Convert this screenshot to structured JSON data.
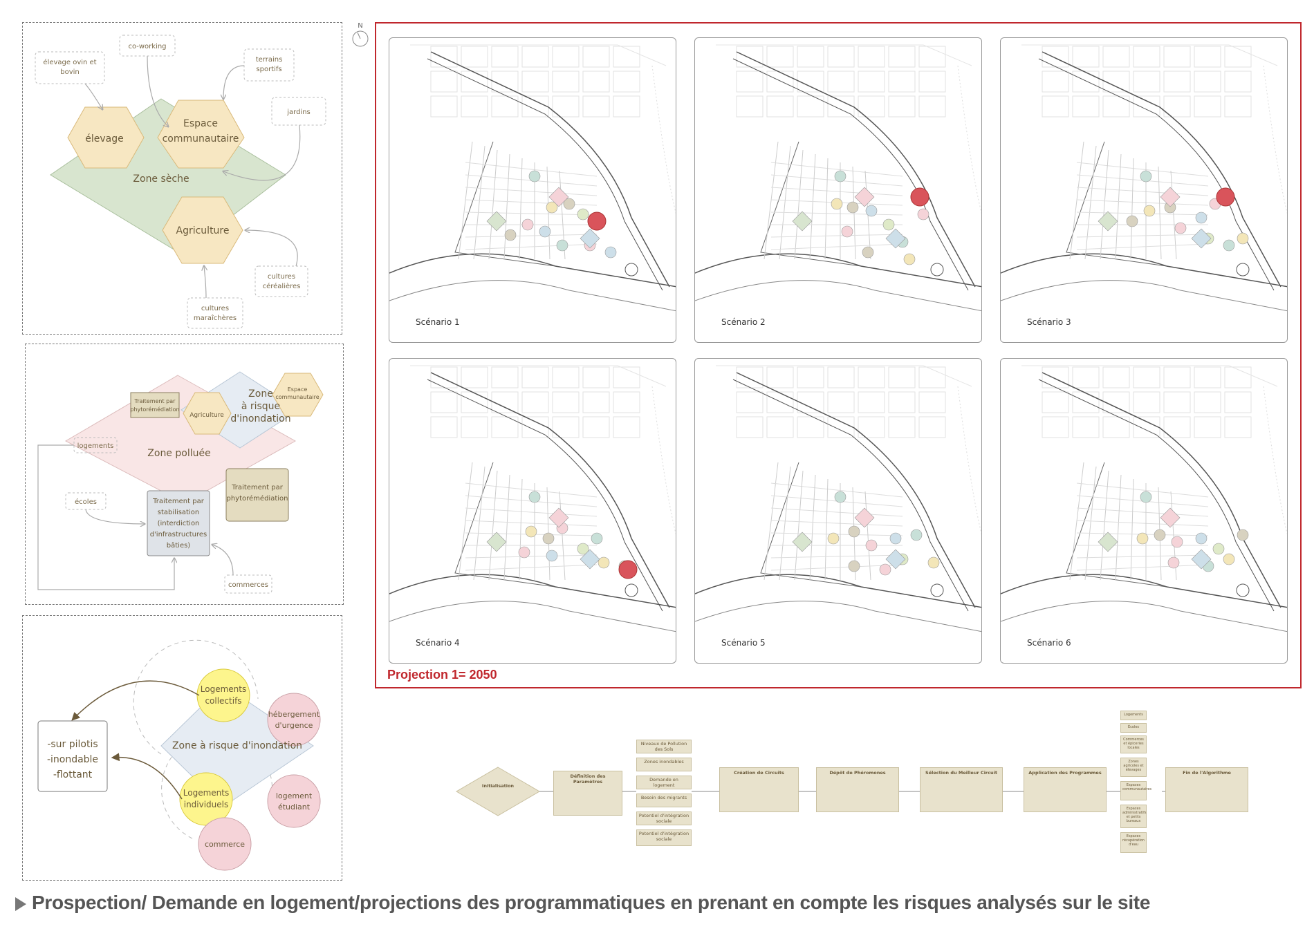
{
  "panel1": {
    "zone": "Zone sèche",
    "hex_elevage": "élevage",
    "hex_espace_l1": "Espace",
    "hex_espace_l2": "communautaire",
    "hex_agri": "Agriculture",
    "tag_elevage_l1": "élevage ovin et",
    "tag_elevage_l2": "bovin",
    "tag_cowork": "co-working",
    "tag_terrains_l1": "terrains",
    "tag_terrains_l2": "sportifs",
    "tag_jardins": "jardins",
    "tag_cereal_l1": "cultures",
    "tag_cereal_l2": "céréalières",
    "tag_maraich_l1": "cultures",
    "tag_maraich_l2": "maraîchères"
  },
  "panel2": {
    "zone": "Zone polluée",
    "flood_l1": "Zone",
    "flood_l2": "à risque",
    "flood_l3": "d'inondation",
    "hex_agri": "Agriculture",
    "hex_espace_l1": "Espace",
    "hex_espace_l2": "communautaire",
    "box_phyto_small_l1": "Traitement par",
    "box_phyto_small_l2": "phytorémédiation",
    "box_phyto_big_l1": "Traitement par",
    "box_phyto_big_l2": "phytorémédiation",
    "box_stab_l1": "Traitement par",
    "box_stab_l2": "stabilisation",
    "box_stab_l3": "(interdiction",
    "box_stab_l4": "d'infrastructures",
    "box_stab_l5": "bâties)",
    "tag_logements": "logements",
    "tag_ecoles": "écoles",
    "tag_commerces": "commerces"
  },
  "panel3": {
    "zone": "Zone à risque d'inondation",
    "circle_coll_l1": "Logements",
    "circle_coll_l2": "collectifs",
    "circle_ind_l1": "Logements",
    "circle_ind_l2": "individuels",
    "circle_heb_l1": "hébergement",
    "circle_heb_l2": "d'urgence",
    "circle_etud_l1": "logement",
    "circle_etud_l2": "étudiant",
    "circle_comm": "commerce",
    "box_l1": "-sur pilotis",
    "box_l2": "-inondable",
    "box_l3": "-flottant"
  },
  "north": "N",
  "scenarios": [
    "Scénario 1",
    "Scénario 2",
    "Scénario 3",
    "Scénario 4",
    "Scénario 5",
    "Scénario 6"
  ],
  "projection": "Projection 1= 2050",
  "flowchart": {
    "intro_title": "Initialisation",
    "def_title": "Définition des Paramètres",
    "params": [
      "Niveaux de Pollution des Sols",
      "Zones inondables",
      "Demande en logement",
      "Besoin des migrants",
      "Potentiel d'intégration sociale",
      "Potentiel d'intégration sociale"
    ],
    "creation_title": "Création de Circuits",
    "depot_title": "Dépôt de Phéromones",
    "selection_title": "Sélection du Meilleur Circuit",
    "application_title": "Application des Programmes",
    "outputs": [
      "Logements",
      "Écoles",
      "Commerces et épiceries locales",
      "Zones agricoles et élevages",
      "Espaces communautaires",
      "Espaces administratifs et petits bureaux",
      "Espaces récupération d'eau"
    ],
    "end_title": "Fin de l'Algorithme"
  },
  "footer": "Prospection/ Demande en logement/projections des programmatiques en prenant en compte les risques analysés sur le site"
}
